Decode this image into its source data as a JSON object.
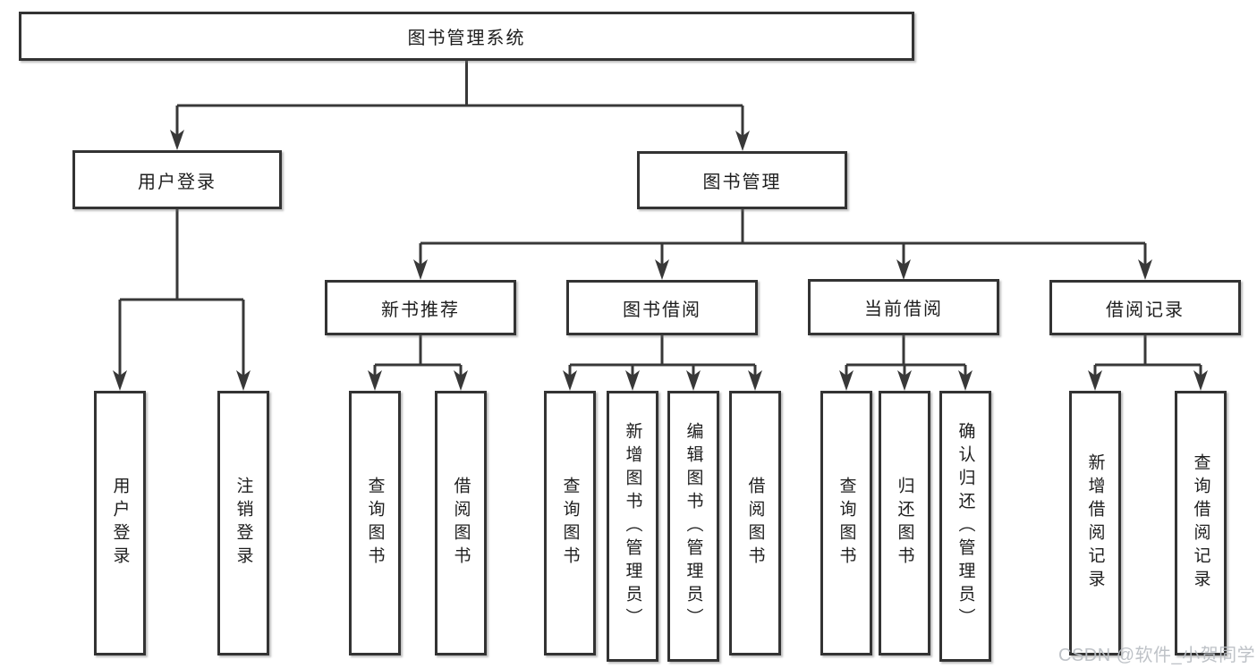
{
  "tree": {
    "root": {
      "label": "图书管理系统"
    },
    "branches": [
      {
        "label": "用户登录",
        "children": [
          {
            "label": "用户登录"
          },
          {
            "label": "注销登录"
          }
        ]
      },
      {
        "label": "图书管理",
        "sections": [
          {
            "label": "新书推荐",
            "children": [
              {
                "label": "查询图书"
              },
              {
                "label": "借阅图书"
              }
            ]
          },
          {
            "label": "图书借阅",
            "children": [
              {
                "label": "查询图书"
              },
              {
                "label": "新增图书（管理员）"
              },
              {
                "label": "编辑图书（管理员）"
              },
              {
                "label": "借阅图书"
              }
            ]
          },
          {
            "label": "当前借阅",
            "children": [
              {
                "label": "查询图书"
              },
              {
                "label": "归还图书"
              },
              {
                "label": "确认归还（管理员）"
              }
            ]
          },
          {
            "label": "借阅记录",
            "children": [
              {
                "label": "新增借阅记录"
              },
              {
                "label": "查询借阅记录"
              }
            ]
          }
        ]
      }
    ]
  },
  "watermark": {
    "text": "CSDN @软件_小贺同学"
  },
  "colors": {
    "line": "#383838",
    "box_border": "#333333",
    "box_fill": "#ffffff",
    "text": "#1e1e1e",
    "watermark": "#babfc4"
  }
}
